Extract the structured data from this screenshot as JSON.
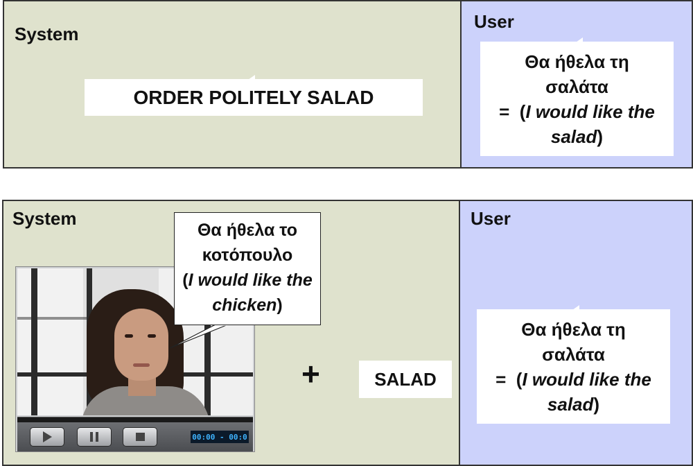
{
  "top_panel": {
    "system": {
      "heading": "System",
      "command": "ORDER POLITELY SALAD"
    },
    "user": {
      "heading": "User",
      "greek": "Θα ήθελα τη σαλάτα",
      "eq": "=",
      "open_paren": "(",
      "translation_italic": "I would like the salad",
      "close_paren": ")"
    }
  },
  "bottom_panel": {
    "system": {
      "heading": "System",
      "speech_bubble": {
        "greek": "Θα ήθελα το κοτόπουλο",
        "open_paren": "(",
        "translation_italic": "I would like the chicken",
        "close_paren": ")"
      },
      "video_player": {
        "time": "00:00 - 00:0",
        "buttons": [
          "play-icon",
          "pause-icon",
          "stop-icon"
        ]
      },
      "plus": "+",
      "cue": "SALAD"
    },
    "user": {
      "heading": "User",
      "greek": "Θα ήθελα τη σαλάτα",
      "eq": "=",
      "open_paren": "(",
      "translation_italic": "I would like the salad",
      "close_paren": ")"
    }
  },
  "colors": {
    "system_bg": "#dfe2cd",
    "user_bg": "#ccd2fb",
    "border": "#333333",
    "timer_text": "#3fb4ff"
  }
}
